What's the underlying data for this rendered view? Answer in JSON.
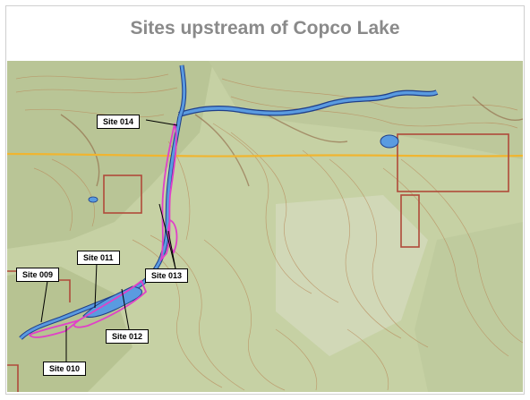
{
  "slide": {
    "title": "Sites upstream of Copco Lake"
  },
  "map": {
    "type": "topographic map",
    "colors": {
      "land": "#c9d3a8",
      "forest": "#a6b98a",
      "contour": "#b58a5c",
      "water": "#4f8fd6",
      "water_outline": "#1f3f8a",
      "site_outline": "#e040c8",
      "boundary": "#b04a3a",
      "road": "#f0b530"
    },
    "site_labels": [
      {
        "id": "014",
        "text": "Site 014"
      },
      {
        "id": "013",
        "text": "Site 013"
      },
      {
        "id": "011",
        "text": "Site 011"
      },
      {
        "id": "009",
        "text": "Site 009"
      },
      {
        "id": "012",
        "text": "Site 012"
      },
      {
        "id": "010",
        "text": "Site 010"
      }
    ]
  }
}
